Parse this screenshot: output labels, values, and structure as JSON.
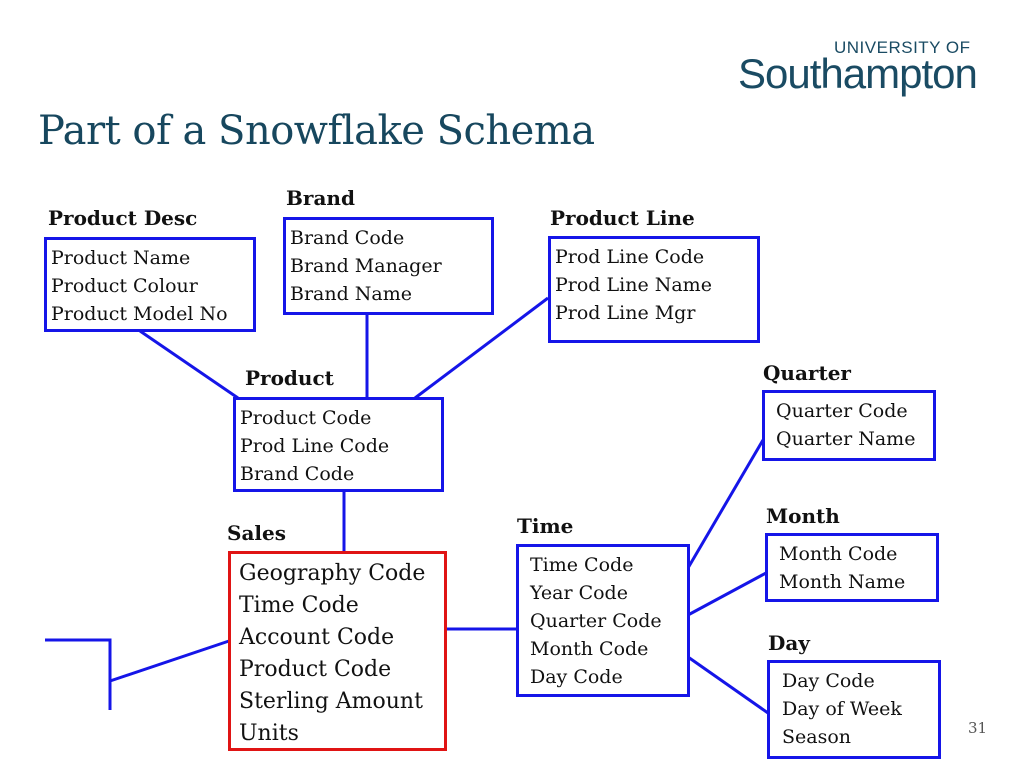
{
  "logo": {
    "line1": "UNIVERSITY OF",
    "line2": "Southampton"
  },
  "title": "Part of a Snowflake Schema",
  "entities": {
    "product_desc": {
      "title": "Product Desc",
      "fields": [
        "Product Name",
        "Product Colour",
        "Product Model No"
      ]
    },
    "brand": {
      "title": "Brand",
      "fields": [
        "Brand Code",
        "Brand Manager",
        "Brand Name"
      ]
    },
    "product_line": {
      "title": "Product Line",
      "fields": [
        "Prod Line Code",
        "Prod Line Name",
        "Prod Line Mgr"
      ]
    },
    "product": {
      "title": "Product",
      "fields": [
        "Product Code",
        "Prod Line Code",
        "Brand Code"
      ]
    },
    "quarter": {
      "title": "Quarter",
      "fields": [
        "Quarter Code",
        "Quarter Name"
      ]
    },
    "month": {
      "title": "Month",
      "fields": [
        "Month Code",
        "Month Name"
      ]
    },
    "sales": {
      "title": "Sales",
      "fields": [
        "Geography Code",
        "Time Code",
        "Account Code",
        "Product Code",
        "Sterling Amount",
        "Units"
      ]
    },
    "time": {
      "title": "Time",
      "fields": [
        "Time Code",
        "Year Code",
        "Quarter Code",
        "Month Code",
        "Day Code"
      ]
    },
    "day": {
      "title": "Day",
      "fields": [
        "Day Code",
        "Day of Week",
        "Season"
      ]
    }
  },
  "colors": {
    "dimension_border": "#1515e8",
    "fact_border": "#e01414",
    "title": "#17475e"
  },
  "page_number": "31"
}
